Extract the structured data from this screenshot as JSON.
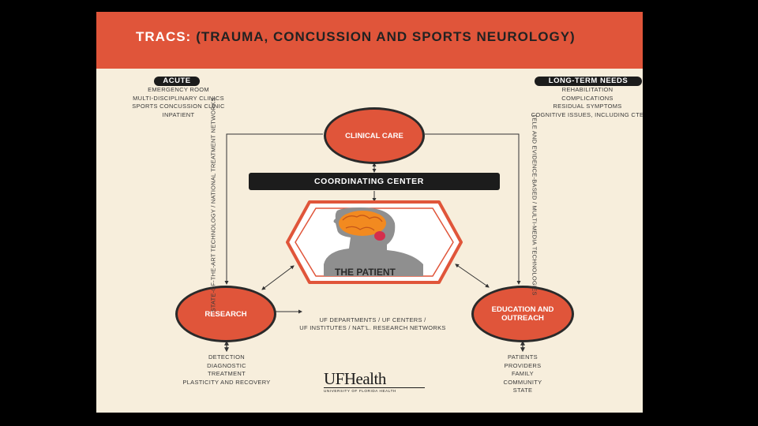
{
  "header": {
    "title_lead": "TRACS:",
    "title_rest": "(TRAUMA, CONCUSSION AND SPORTS NEUROLOGY)",
    "color": "#e0553a"
  },
  "acute": {
    "label": "ACUTE",
    "items": [
      "EMERGENCY ROOM",
      "MULTI-DISCIPLINARY CLINICS",
      "SPORTS CONCUSSION CLINIC",
      "INPATIENT"
    ]
  },
  "long_term": {
    "label": "LONG-TERM NEEDS",
    "items": [
      "REHABILITATION",
      "COMPLICATIONS",
      "RESIDUAL SYMPTOMS",
      "COGNITIVE ISSUES, INCLUDING CTE"
    ]
  },
  "nodes": {
    "clinical_care": "CLINICAL CARE",
    "coordinating_center": "COORDINATING CENTER",
    "patient": "THE PATIENT",
    "research": "RESEARCH",
    "education": "EDUCATION AND OUTREACH"
  },
  "side_labels": {
    "left": "STATE-OF-THE-ART TECHNOLOGY / NATIONAL TREATMENT NETWORKS",
    "right": "TELE AND EVIDENCE-BASED / MULTI-MEDIA TECHNOLOGIES"
  },
  "departments": {
    "line1": "UF DEPARTMENTS / UF CENTERS /",
    "line2": "UF INSTITUTES / NAT'L. RESEARCH NETWORKS"
  },
  "research_items": [
    "DETECTION",
    "DIAGNOSTIC",
    "TREATMENT",
    "PLASTICITY AND RECOVERY"
  ],
  "education_items": [
    "PATIENTS",
    "PROVIDERS",
    "FAMILY",
    "COMMUNITY",
    "STATE"
  ],
  "logo": {
    "main": "UFHealth",
    "sub": "UNIVERSITY OF FLORIDA HEALTH"
  }
}
